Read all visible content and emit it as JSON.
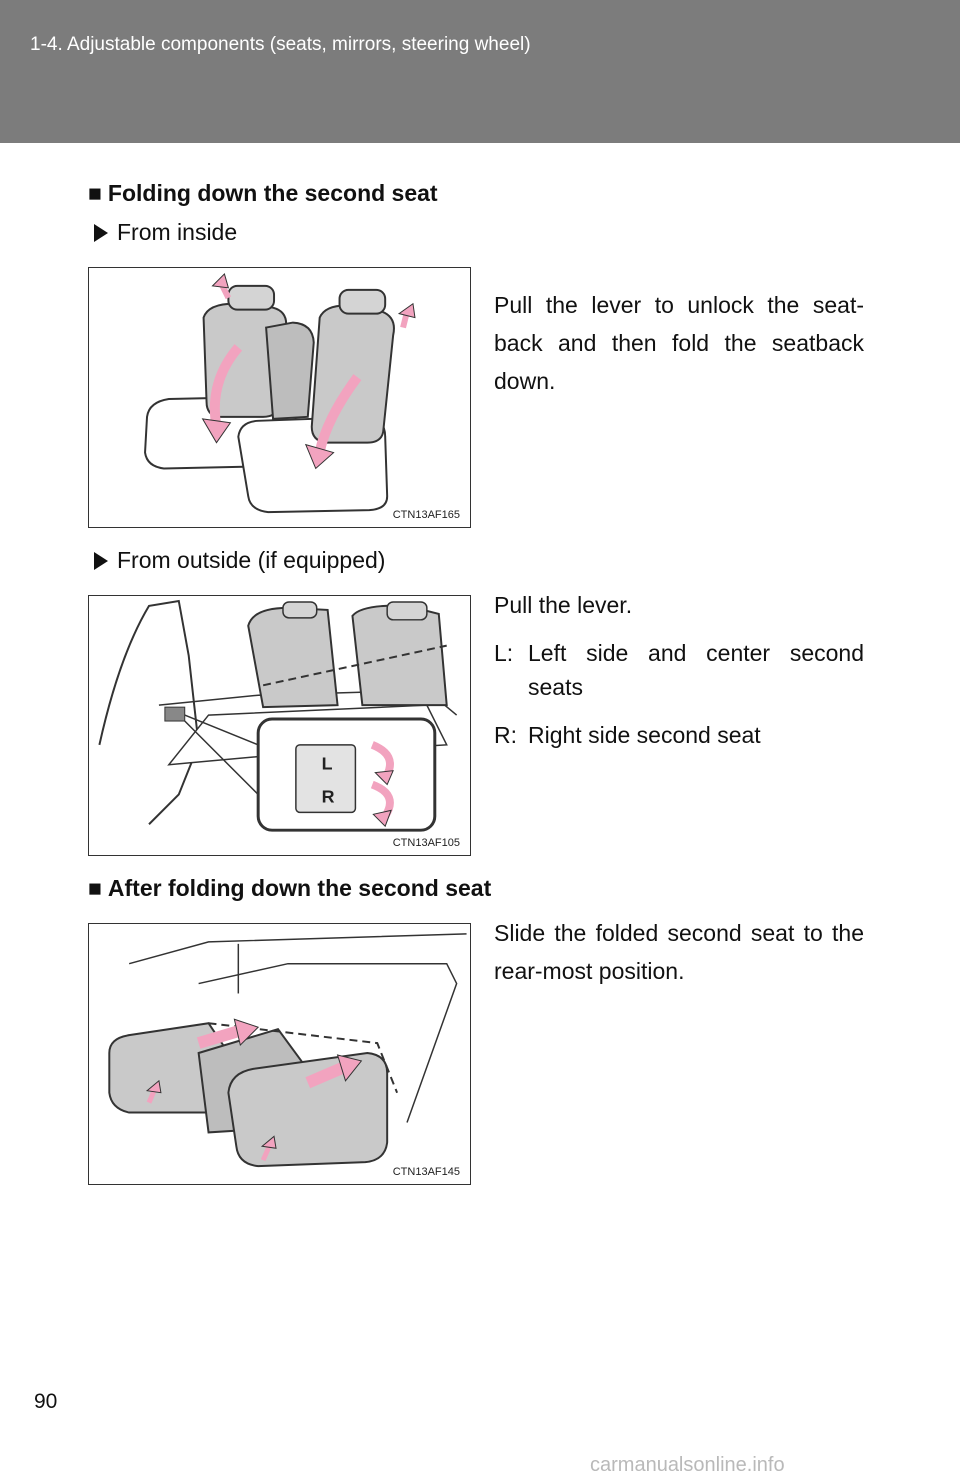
{
  "header": {
    "title": "1-4. Adjustable components (seats, mirrors, steering wheel)"
  },
  "section1": {
    "heading": "Folding down the second seat",
    "from_inside": {
      "label": "From inside",
      "text": "Pull the lever to unlock the seat-back and then fold the seatback down.",
      "figure_code": "CTN13AF165"
    },
    "from_outside": {
      "label": "From outside (if equipped)",
      "text": "Pull the lever.",
      "items": [
        {
          "key": "L:",
          "text": "Left side and center second seats"
        },
        {
          "key": "R:",
          "text": "Right side second seat"
        }
      ],
      "figure_code": "CTN13AF105",
      "lever_labels": [
        "L",
        "R"
      ]
    }
  },
  "section2": {
    "heading": "After folding down the second seat",
    "text": "Slide the folded second seat to the rear-most position.",
    "figure_code": "CTN13AF145"
  },
  "page_number": "90",
  "watermark": "carmanualsonline.info",
  "colors": {
    "header_bg": "#7c7c7c",
    "arrow_pink": "#f2a3bf",
    "seat_gray": "#c9c9c9"
  }
}
